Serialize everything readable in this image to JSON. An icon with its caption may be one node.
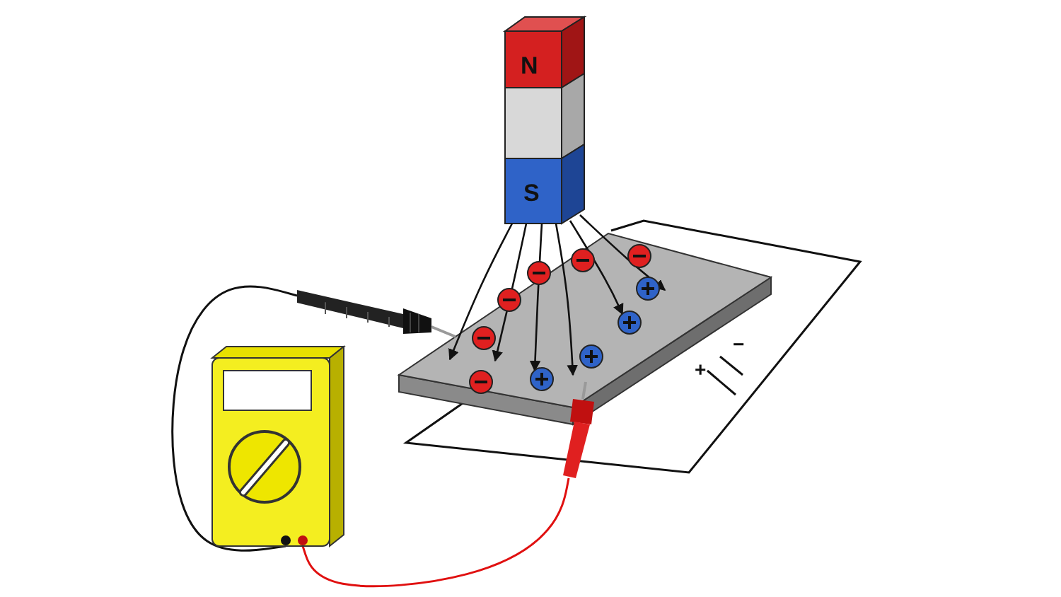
{
  "diagram": {
    "nodes": [
      {
        "text": [],
        "shape": "picture"
      },
      {
        "text": [],
        "shape": "picture"
      },
      {
        "text": [],
        "shape": "picture"
      }
    ],
    "edges": [
      {
        "from": 1,
        "to": 0,
        "arrow": "none"
      },
      {
        "from": 1,
        "to": 2,
        "arrow": "none",
        "color": "#e01010"
      }
    ],
    "labels": [
      "N",
      "S",
      "+",
      "−"
    ]
  }
}
